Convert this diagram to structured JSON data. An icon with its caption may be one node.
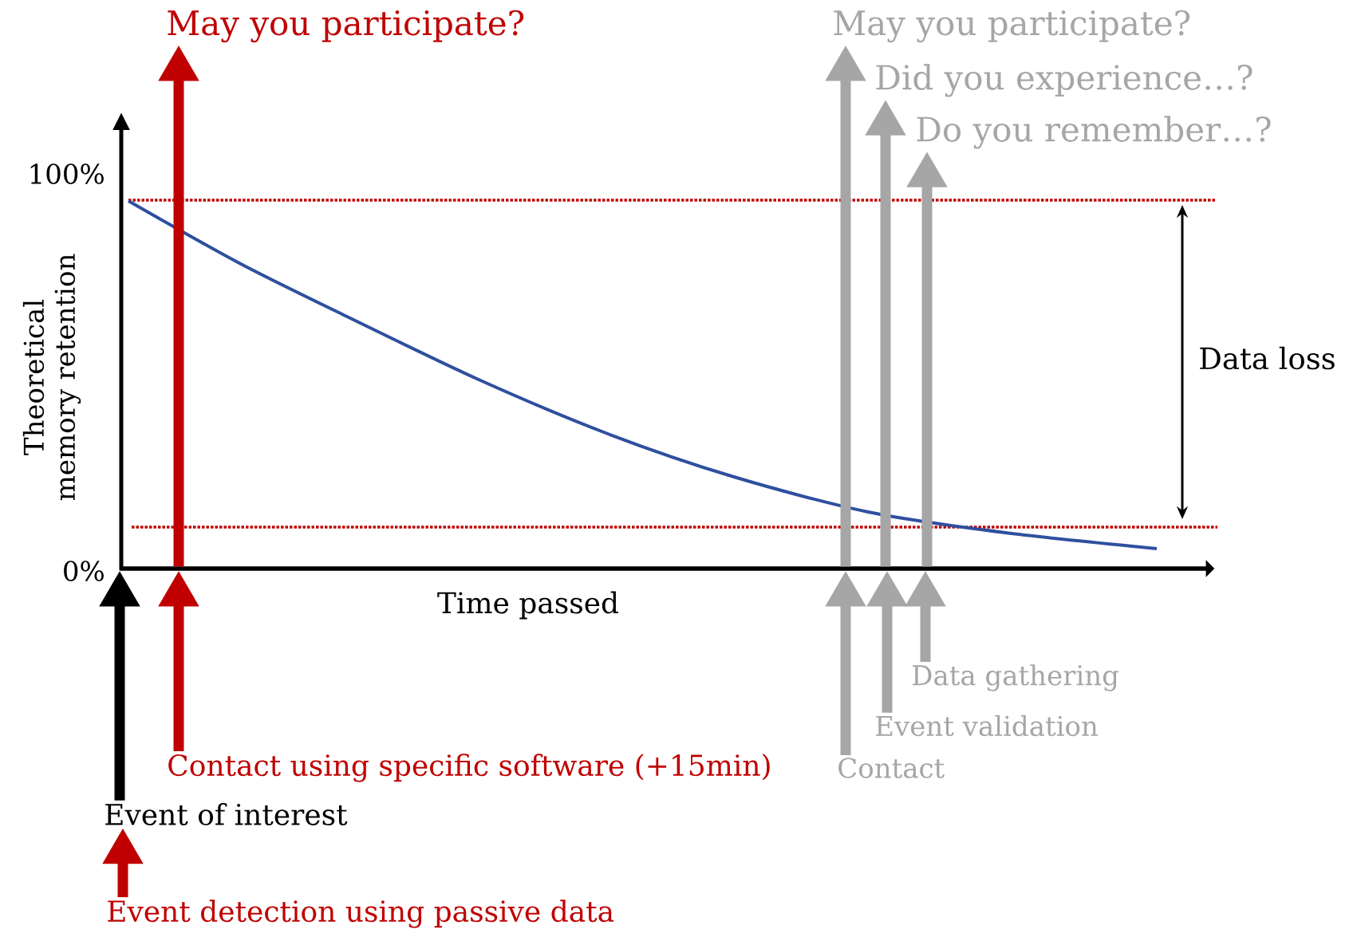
{
  "diagram": {
    "nodes": [
      {
        "text": [
          "May you participate?"
        ]
      },
      {
        "text": [
          "May you participate?"
        ]
      },
      {
        "text": [
          "Did you experience…?"
        ]
      },
      {
        "text": [
          "Do you remember…?"
        ]
      },
      {
        "text": [
          "Data gathering"
        ]
      },
      {
        "text": [
          "Event validation"
        ]
      },
      {
        "text": [
          "Contact using specific software (+15min)"
        ]
      },
      {
        "text": [
          "Contact"
        ]
      },
      {
        "text": [
          "Event of interest"
        ]
      },
      {
        "text": [
          "Event detection using passive data"
        ]
      },
      {
        "text": [],
        "shape": "arrow"
      }
    ],
    "edges": [
      {
        "from": 10,
        "to": 0,
        "arrow": "to",
        "color": "#c00000"
      },
      {
        "from": 10,
        "to": 1,
        "arrow": "to"
      },
      {
        "from": 10,
        "to": 2,
        "arrow": "to"
      },
      {
        "from": 10,
        "to": 3,
        "arrow": "to"
      },
      {
        "from": 4,
        "to": 10,
        "arrow": "to"
      },
      {
        "from": 5,
        "to": 10,
        "arrow": "to"
      },
      {
        "from": 6,
        "to": 10,
        "arrow": "to",
        "color": "#c00000"
      },
      {
        "from": 7,
        "to": 10,
        "arrow": "to"
      },
      {
        "from": 8,
        "to": 10,
        "arrow": "to",
        "color": "#000000"
      },
      {
        "from": 9,
        "to": 8,
        "arrow": "to",
        "color": "#c00000"
      }
    ],
    "labels": [
      "100%",
      "0%",
      "Theoretical memory retention",
      "Time passed",
      "Data loss"
    ]
  }
}
